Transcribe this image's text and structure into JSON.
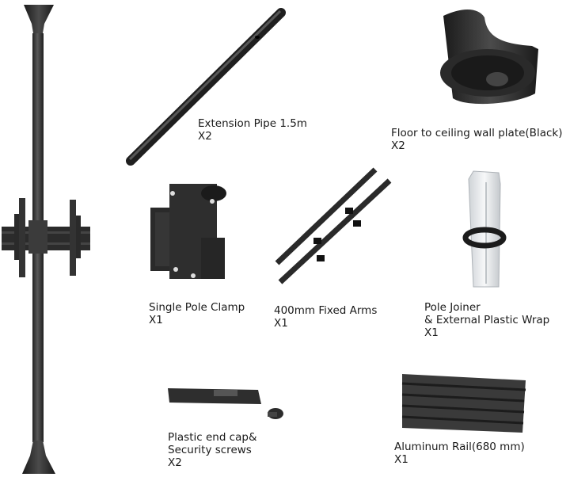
{
  "parts": [
    {
      "id": "extension-pipe",
      "name": "Extension Pipe 1.5m",
      "qty": "X2"
    },
    {
      "id": "floor-ceiling-plate",
      "name": "Floor to ceiling wall plate(Black)",
      "qty": "X2"
    },
    {
      "id": "single-pole-clamp",
      "name": "Single Pole Clamp",
      "qty": "X1"
    },
    {
      "id": "fixed-arms",
      "name": "400mm Fixed Arms",
      "qty": "X1"
    },
    {
      "id": "pole-joiner",
      "name": "Pole Joiner",
      "name2": "& External Plastic Wrap",
      "qty": "X1"
    },
    {
      "id": "end-cap",
      "name": "Plastic end cap&",
      "name2": "Security screws",
      "qty": "X2"
    },
    {
      "id": "aluminum-rail",
      "name": "Aluminum Rail(680 mm)",
      "qty": "X1"
    }
  ],
  "colors": {
    "metal": "#3a3a3a",
    "metal_dark": "#222222",
    "plastic": "#e8eaec",
    "background": "#ffffff"
  }
}
